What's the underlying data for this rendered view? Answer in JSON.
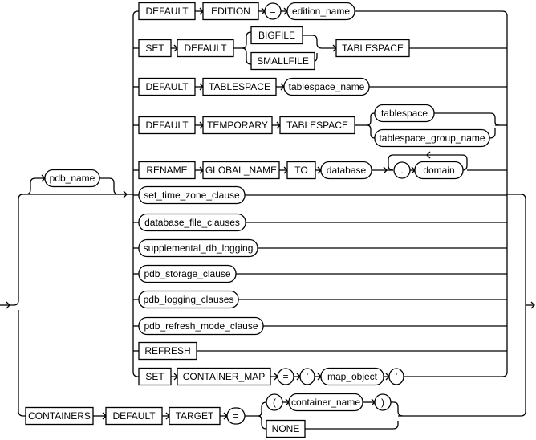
{
  "title": "alter_pluggable_database database_clauses syntax diagram",
  "optional_prefix": {
    "label": "pdb_name",
    "kind": "nonterminal"
  },
  "rows": [
    {
      "id": "edition",
      "items": [
        {
          "label": "DEFAULT",
          "kind": "keyword"
        },
        {
          "label": "EDITION",
          "kind": "keyword"
        },
        {
          "label": "=",
          "kind": "symbol"
        },
        {
          "label": "edition_name",
          "kind": "nonterminal"
        }
      ]
    },
    {
      "id": "set-default-tablespace",
      "items": [
        {
          "label": "SET",
          "kind": "keyword"
        },
        {
          "label": "DEFAULT",
          "kind": "keyword"
        },
        {
          "choice": [
            {
              "label": "BIGFILE",
              "kind": "keyword"
            },
            {
              "label": "SMALLFILE",
              "kind": "keyword"
            }
          ]
        },
        {
          "label": "TABLESPACE",
          "kind": "keyword"
        }
      ]
    },
    {
      "id": "default-tablespace",
      "items": [
        {
          "label": "DEFAULT",
          "kind": "keyword"
        },
        {
          "label": "TABLESPACE",
          "kind": "keyword"
        },
        {
          "label": "tablespace_name",
          "kind": "nonterminal"
        }
      ]
    },
    {
      "id": "default-temporary-tablespace",
      "items": [
        {
          "label": "DEFAULT",
          "kind": "keyword"
        },
        {
          "label": "TEMPORARY",
          "kind": "keyword"
        },
        {
          "label": "TABLESPACE",
          "kind": "keyword"
        },
        {
          "choice": [
            {
              "label": "tablespace",
              "kind": "nonterminal"
            },
            {
              "label": "tablespace_group_name",
              "kind": "nonterminal"
            }
          ]
        }
      ]
    },
    {
      "id": "rename-global-name",
      "items": [
        {
          "label": "RENAME",
          "kind": "keyword"
        },
        {
          "label": "GLOBAL_NAME",
          "kind": "keyword"
        },
        {
          "label": "TO",
          "kind": "keyword"
        },
        {
          "label": "database",
          "kind": "nonterminal"
        },
        {
          "repeat": [
            {
              "label": ".",
              "kind": "symbol"
            },
            {
              "label": "domain",
              "kind": "nonterminal"
            }
          ]
        }
      ]
    },
    {
      "id": "set-time-zone",
      "items": [
        {
          "label": "set_time_zone_clause",
          "kind": "nonterminal"
        }
      ]
    },
    {
      "id": "database-file",
      "items": [
        {
          "label": "database_file_clauses",
          "kind": "nonterminal"
        }
      ]
    },
    {
      "id": "supplemental",
      "items": [
        {
          "label": "supplemental_db_logging",
          "kind": "nonterminal"
        }
      ]
    },
    {
      "id": "pdb-storage",
      "items": [
        {
          "label": "pdb_storage_clause",
          "kind": "nonterminal"
        }
      ]
    },
    {
      "id": "pdb-logging",
      "items": [
        {
          "label": "pdb_logging_clauses",
          "kind": "nonterminal"
        }
      ]
    },
    {
      "id": "pdb-refresh-mode",
      "items": [
        {
          "label": "pdb_refresh_mode_clause",
          "kind": "nonterminal"
        }
      ]
    },
    {
      "id": "refresh",
      "items": [
        {
          "label": "REFRESH",
          "kind": "keyword"
        }
      ]
    },
    {
      "id": "set-container-map",
      "items": [
        {
          "label": "SET",
          "kind": "keyword"
        },
        {
          "label": "CONTAINER_MAP",
          "kind": "keyword"
        },
        {
          "label": "=",
          "kind": "symbol"
        },
        {
          "label": "'",
          "kind": "symbol"
        },
        {
          "label": "map_object",
          "kind": "nonterminal"
        },
        {
          "label": "'",
          "kind": "symbol"
        }
      ]
    }
  ],
  "containers_row": {
    "items": [
      {
        "label": "CONTAINERS",
        "kind": "keyword"
      },
      {
        "label": "DEFAULT",
        "kind": "keyword"
      },
      {
        "label": "TARGET",
        "kind": "keyword"
      },
      {
        "label": "=",
        "kind": "symbol"
      },
      {
        "choice": [
          {
            "seq": [
              {
                "label": "(",
                "kind": "symbol"
              },
              {
                "label": "container_name",
                "kind": "nonterminal"
              },
              {
                "label": ")",
                "kind": "symbol"
              }
            ]
          },
          {
            "label": "NONE",
            "kind": "keyword"
          }
        ]
      }
    ]
  }
}
